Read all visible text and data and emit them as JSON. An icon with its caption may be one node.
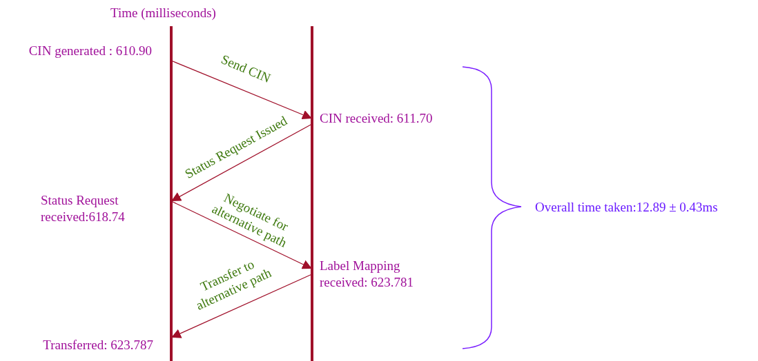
{
  "diagram": {
    "nodes": [
      {
        "text": [
          "CIN generated : 610.90"
        ]
      },
      {
        "text": [
          "CIN received: 611.70"
        ]
      },
      {
        "text": [
          "Status Request received:618.74"
        ]
      },
      {
        "text": [
          "Label Mapping received: 623.781"
        ]
      },
      {
        "text": [
          "Transferred: 623.787"
        ]
      }
    ],
    "edges": [
      {
        "from": 0,
        "to": 1,
        "arrow": "to",
        "label": "Send CIN"
      },
      {
        "from": 1,
        "to": 2,
        "arrow": "to",
        "label": "Status Request Issued"
      },
      {
        "from": 2,
        "to": 3,
        "arrow": "to",
        "label": "Negotiate for alternative path"
      },
      {
        "from": 3,
        "to": 4,
        "arrow": "to",
        "label": "Transfer to alternative path"
      }
    ],
    "labels": [
      "Time (milliseconds)",
      "Overall time taken:12.89 ± 0.43ms"
    ]
  }
}
